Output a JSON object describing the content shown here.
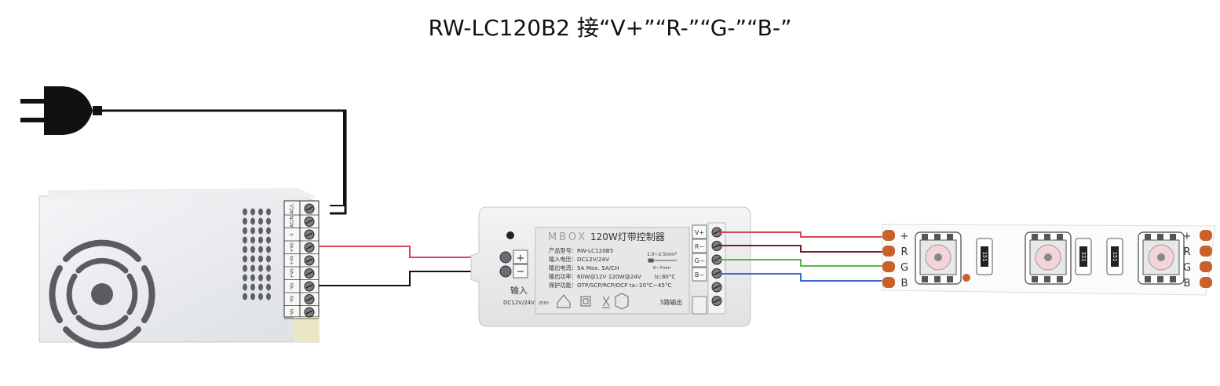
{
  "title": "RW-LC120B2 接“V+”“R-”“G-”“B-”",
  "colors": {
    "wire_red": "#d9455a",
    "wire_dark_red": "#7a1f2a",
    "wire_green": "#55b74a",
    "wire_blue": "#3d6fc4",
    "wire_black": "#111111",
    "strip_copper": "#c8612a"
  },
  "psu": {
    "terminal_labels": [
      "AC/L",
      "AC/N",
      "⏚",
      "+Vo",
      "+Vo",
      "+Vo",
      "-Vo",
      "-Vo",
      "-Vo"
    ]
  },
  "controller": {
    "brand": "MBOX",
    "title": "120W灯带控制器",
    "spec_lines": [
      "产品型号：RW-LC120B5",
      "输入电压：DC12V/24V",
      "输出电流：5A  Max. 5A/CH",
      "输出功率：60W@12V  120W@24V",
      "保护功能：OTP/SCP/RCP/OCP  ta:-20°C~45°C"
    ],
    "wire_size": "1.0~2.5mm²",
    "strip_len": "6~7mm",
    "temp": "tc:80°C",
    "input_label": "输入",
    "input_voltage": "DC12V/24V",
    "output_label": "3路输出",
    "code": "2550",
    "input_plus": "+",
    "input_minus": "−",
    "output_terminals": [
      "V+",
      "R−",
      "G−",
      "B−"
    ]
  },
  "strip": {
    "left_labels": [
      "+",
      "R",
      "G",
      "B"
    ],
    "right_labels": [
      "+",
      "R",
      "G",
      "B"
    ],
    "resistor_codes": [
      "151",
      "331",
      "151"
    ]
  }
}
